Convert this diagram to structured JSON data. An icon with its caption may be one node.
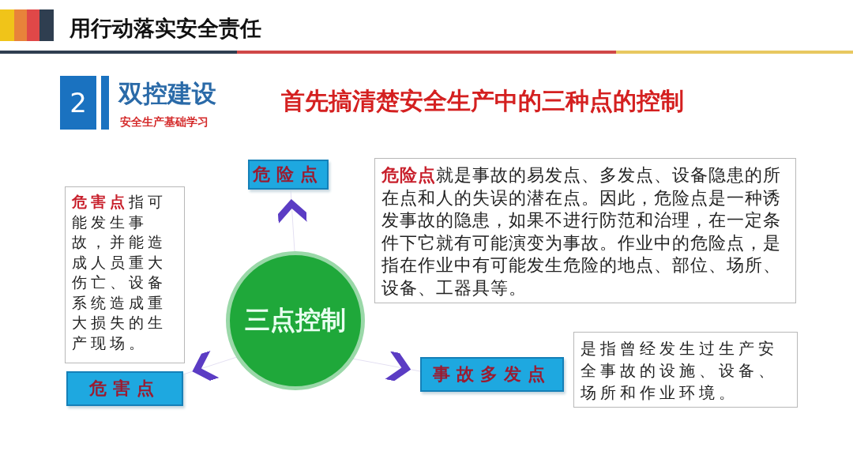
{
  "diagram": {
    "title": "用行动落实安全责任",
    "nodes": [
      {
        "text": [
          "危险点"
        ]
      },
      {
        "text": [
          "**危险点**就是事故的易发点、多发点、设备隐患的所在点和人的失误的潜在点。因此，危险点是一种诱发事故的隐患，如果不进行防范和治理，在一定条件下它就有可能演变为事故。作业中的危险点，是指在作业中有可能发生危险的地点、部位、场所、设备、工器具等。"
        ]
      },
      {
        "text": [
          "**危害点**指可能发生事故，并能造成人员重大伤亡、设备系统造成重大损失的生产现场。"
        ]
      },
      {
        "text": [
          "三点控制"
        ]
      },
      {
        "text": [
          "危害点"
        ]
      },
      {
        "text": [
          "事故多发点"
        ]
      },
      {
        "text": [
          "是指曾经发生过生产安全事故的设施、设备、场所和作业环境。"
        ]
      }
    ],
    "edges": [
      {
        "from": 3,
        "to": 0,
        "arrow": "to"
      },
      {
        "from": 3,
        "to": 4,
        "arrow": "to"
      },
      {
        "from": 3,
        "to": 5,
        "arrow": "to"
      }
    ],
    "labels": [
      "2",
      "双控建设",
      "安全生产基础学习",
      "首先搞清楚安全生产中的三种点的控制"
    ]
  }
}
